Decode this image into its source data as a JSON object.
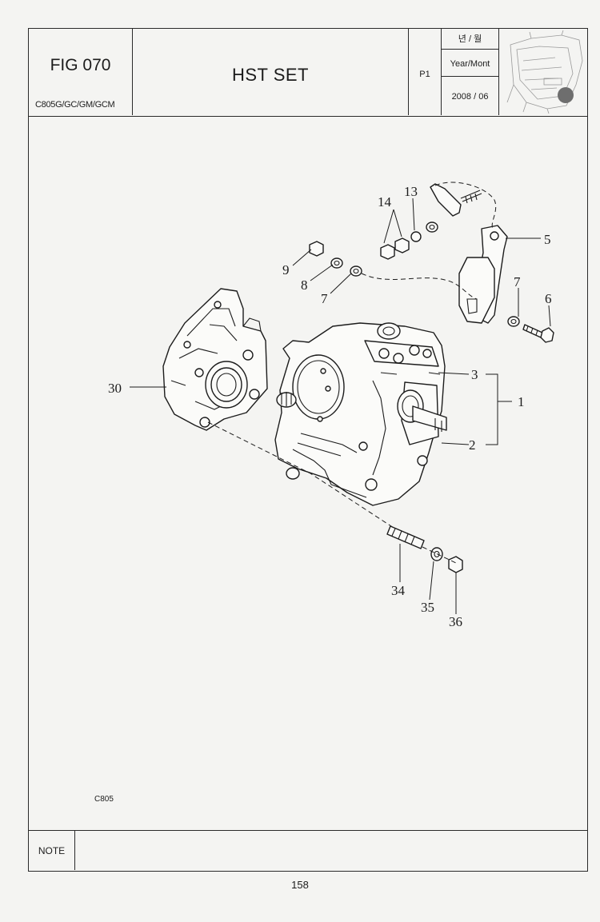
{
  "header": {
    "fig_no": "FIG 070",
    "model": "C805G/GC/GM/GCM",
    "title": "HST SET",
    "page_ref": "P1",
    "date_label_kr": "년 / 월",
    "date_label_en": "Year/Mont",
    "date_value": "2008 / 06"
  },
  "callouts": {
    "p1": "1",
    "p2": "2",
    "p3": "3",
    "p5": "5",
    "p6": "6",
    "p7a": "7",
    "p7b": "7",
    "p8": "8",
    "p9": "9",
    "p13": "13",
    "p14": "14",
    "p30": "30",
    "p34": "34",
    "p35": "35",
    "p36": "36"
  },
  "drawing_code": "C805",
  "note_label": "NOTE",
  "page_number": "158"
}
